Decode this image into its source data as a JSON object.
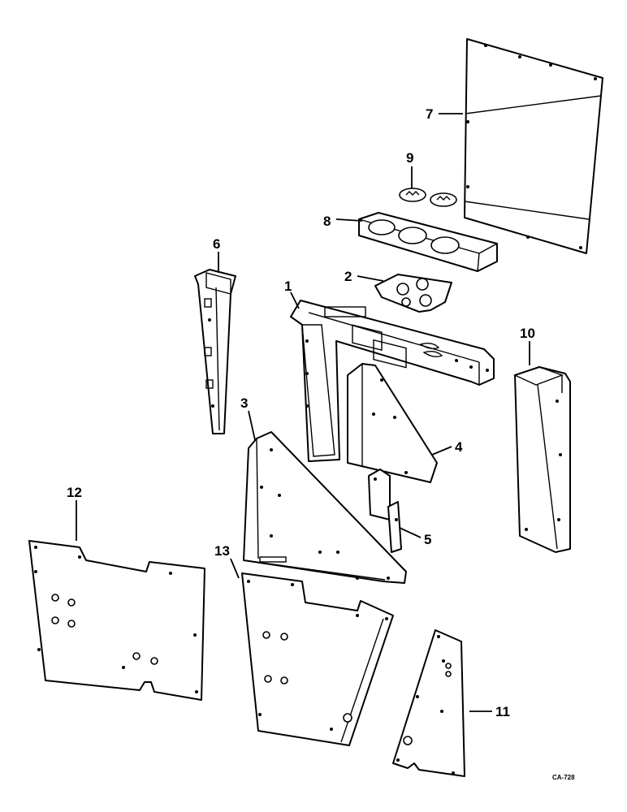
{
  "callouts": {
    "c1": "1",
    "c2": "2",
    "c3": "3",
    "c4": "4",
    "c5": "5",
    "c6": "6",
    "c7": "7",
    "c8": "8",
    "c9": "9",
    "c10": "10",
    "c11": "11",
    "c12": "12",
    "c13": "13"
  },
  "figure_code": "CA-728"
}
